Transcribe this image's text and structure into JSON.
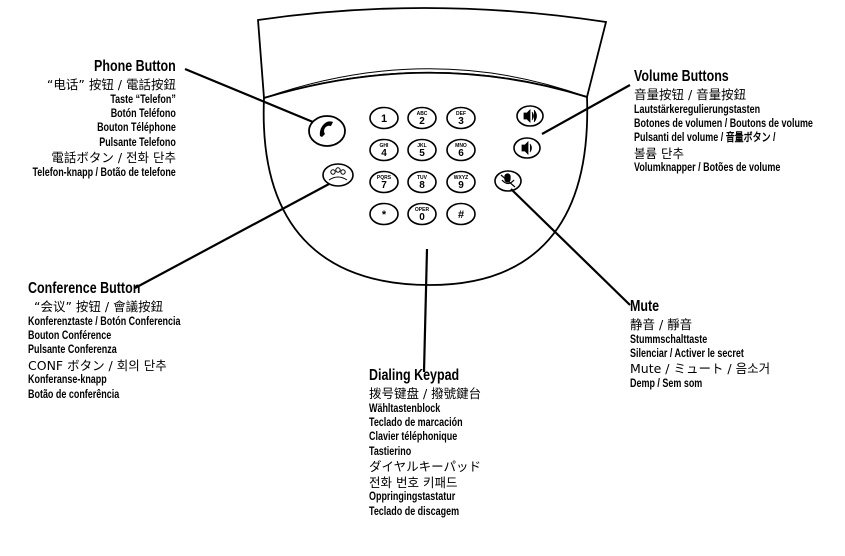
{
  "phone_button": {
    "heading": "Phone Button",
    "lines": [
      "“电话” 按钮 / 電話按鈕",
      "Taste “Telefon”",
      "Botón Teléfono",
      "Bouton Téléphone",
      "Pulsante Telefono",
      "電話ボタン / 전화 단추",
      "Telefon-knapp / Botão de telefone"
    ]
  },
  "volume_buttons": {
    "heading": "Volume Buttons",
    "lines": [
      "音量按钮 / 音量按鈕",
      "Lautstärkeregulierungstasten",
      "Botones de volumen / Boutons de volume",
      "Pulsanti del volume / 音量ボタン /",
      "볼륨 단추",
      "Volumknapper / Botões de volume"
    ]
  },
  "conference_button": {
    "heading": "Conference Button",
    "lines": [
      "“会议” 按钮 / 會議按鈕",
      "Konferenztaste / Botón Conferencia",
      "Bouton Conférence",
      "Pulsante Conferenza",
      "CONF ボタン / 회의 단추",
      "Konferanse-knapp",
      "Botão de conferência"
    ]
  },
  "mute": {
    "heading": "Mute",
    "lines": [
      "静音 / 靜音",
      "Stummschalttaste",
      "Silenciar / Activer le secret",
      "Mute / ミュート / 음소거",
      "Demp / Sem som"
    ]
  },
  "dialing_keypad": {
    "heading": "Dialing Keypad",
    "lines": [
      "拨号键盘 / 撥號鍵台",
      "Wähltastenblock",
      "Teclado de marcación",
      "Clavier téléphonique",
      "Tastierino",
      "ダイヤルキーパッド",
      "전화 번호 키패드",
      "Oppringingstastatur",
      "Teclado de discagem"
    ]
  },
  "keypad_keys": [
    {
      "digit": "1",
      "letters": ""
    },
    {
      "digit": "2",
      "letters": "ABC"
    },
    {
      "digit": "3",
      "letters": "DEF"
    },
    {
      "digit": "4",
      "letters": "GHI"
    },
    {
      "digit": "5",
      "letters": "JKL"
    },
    {
      "digit": "6",
      "letters": "MNO"
    },
    {
      "digit": "7",
      "letters": "PQRS"
    },
    {
      "digit": "8",
      "letters": "TUV"
    },
    {
      "digit": "9",
      "letters": "WXYZ"
    },
    {
      "digit": "*",
      "letters": ""
    },
    {
      "digit": "0",
      "letters": "OPER"
    },
    {
      "digit": "#",
      "letters": ""
    }
  ]
}
